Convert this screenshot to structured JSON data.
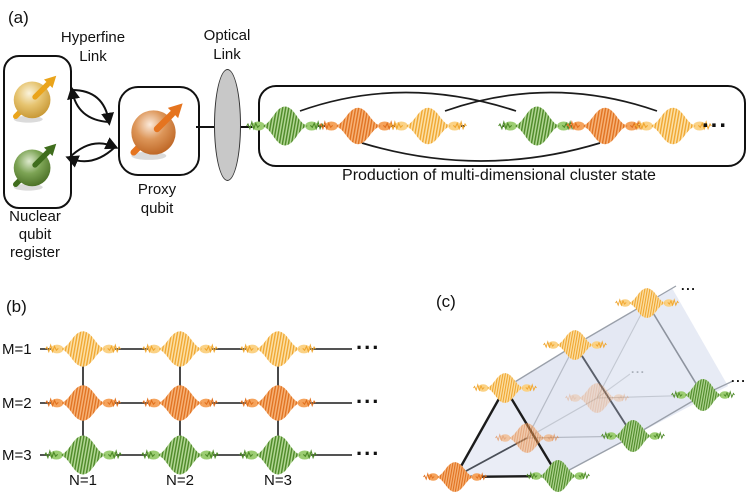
{
  "figure": {
    "panel_a": {
      "label": "(a)",
      "hyperfine_link_label": {
        "line1": "Hyperfine",
        "line2": "Link"
      },
      "optical_link_label": {
        "line1": "Optical",
        "line2": "Link"
      },
      "nuclear_register_label": {
        "line1": "Nuclear",
        "line2": "qubit",
        "line3": "register"
      },
      "proxy_qubit_label": {
        "line1": "Proxy",
        "line2": "qubit"
      },
      "caption": "Production of multi-dimensional cluster state",
      "ellipsis": "...",
      "photon_sequence": [
        "green",
        "orange",
        "yellow",
        "green",
        "orange",
        "yellow"
      ]
    },
    "panel_b": {
      "label": "(b)",
      "row_labels": [
        "M=1",
        "M=2",
        "M=3"
      ],
      "column_labels": [
        "N=1",
        "N=2",
        "N=3"
      ],
      "row_colors": [
        "yellow",
        "orange",
        "green"
      ],
      "ellipsis": "..."
    },
    "panel_c": {
      "label": "(c)",
      "ellipsis": "..."
    },
    "colors": {
      "yellow_stripe": "#f0a62f",
      "yellow_fill": "#fce0a6",
      "yellow_bump": "#fbd285",
      "orange_stripe": "#e1711f",
      "orange_fill": "#f6b277",
      "orange_bump": "#f5a35c",
      "green_stripe": "#4e8a28",
      "green_fill": "#b2d694",
      "green_bump": "#9ccd72",
      "yellow_arrow": "#eaa41b",
      "green_arrow": "#3f6d1d",
      "orange_arrow": "#e5741f",
      "optical_lens_gray": "#c8c8c8",
      "plane_blue": "#dfe4f1",
      "line_black": "#1c1c1c"
    }
  }
}
